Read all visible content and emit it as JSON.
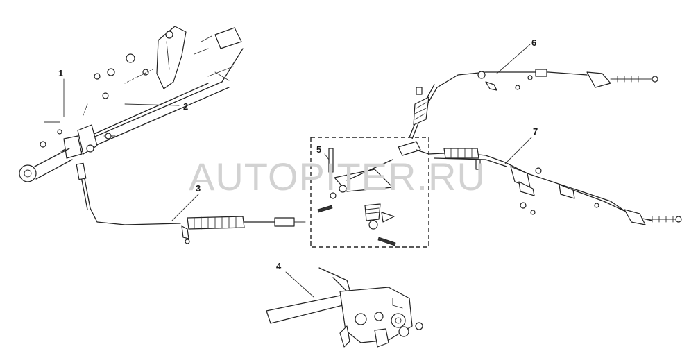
{
  "watermark": "AUTOPITER.RU",
  "callouts": [
    {
      "id": "1",
      "label": "1"
    },
    {
      "id": "2",
      "label": "2"
    },
    {
      "id": "3",
      "label": "3"
    },
    {
      "id": "4",
      "label": "4"
    },
    {
      "id": "5",
      "label": "5"
    },
    {
      "id": "6",
      "label": "6"
    },
    {
      "id": "7",
      "label": "7"
    }
  ],
  "colors": {
    "line": "#222222",
    "watermark": "#d2d2d2",
    "background": "#ffffff"
  }
}
